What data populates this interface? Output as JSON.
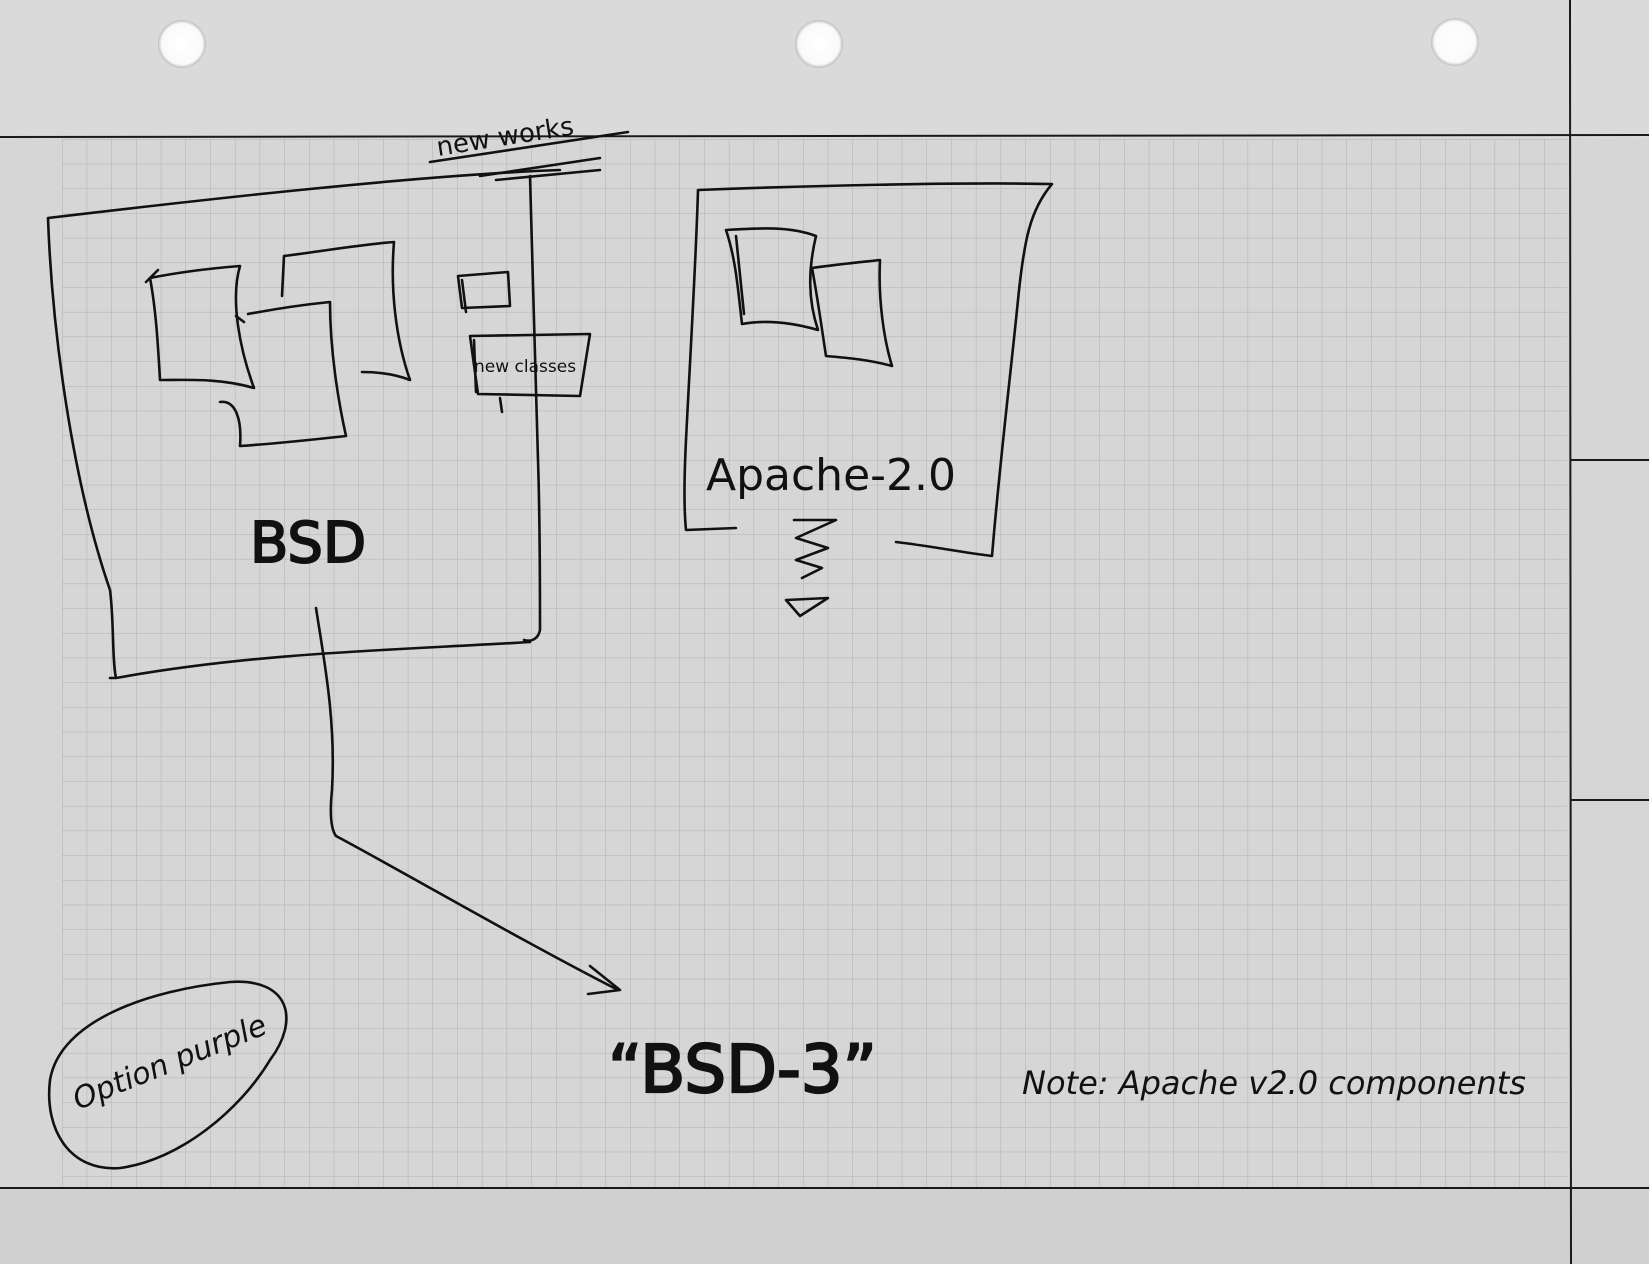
{
  "labels": {
    "new_works": "new works",
    "new_classes": "new classes",
    "bsd": "BSD",
    "apache": "Apache-2.0",
    "result": "“BSD-3”",
    "option": "Option purple",
    "note": "Note: Apache v2.0 components"
  },
  "colors": {
    "paper": "#d4d4d4",
    "grid": "#b4b4b4",
    "ink": "#111111"
  }
}
